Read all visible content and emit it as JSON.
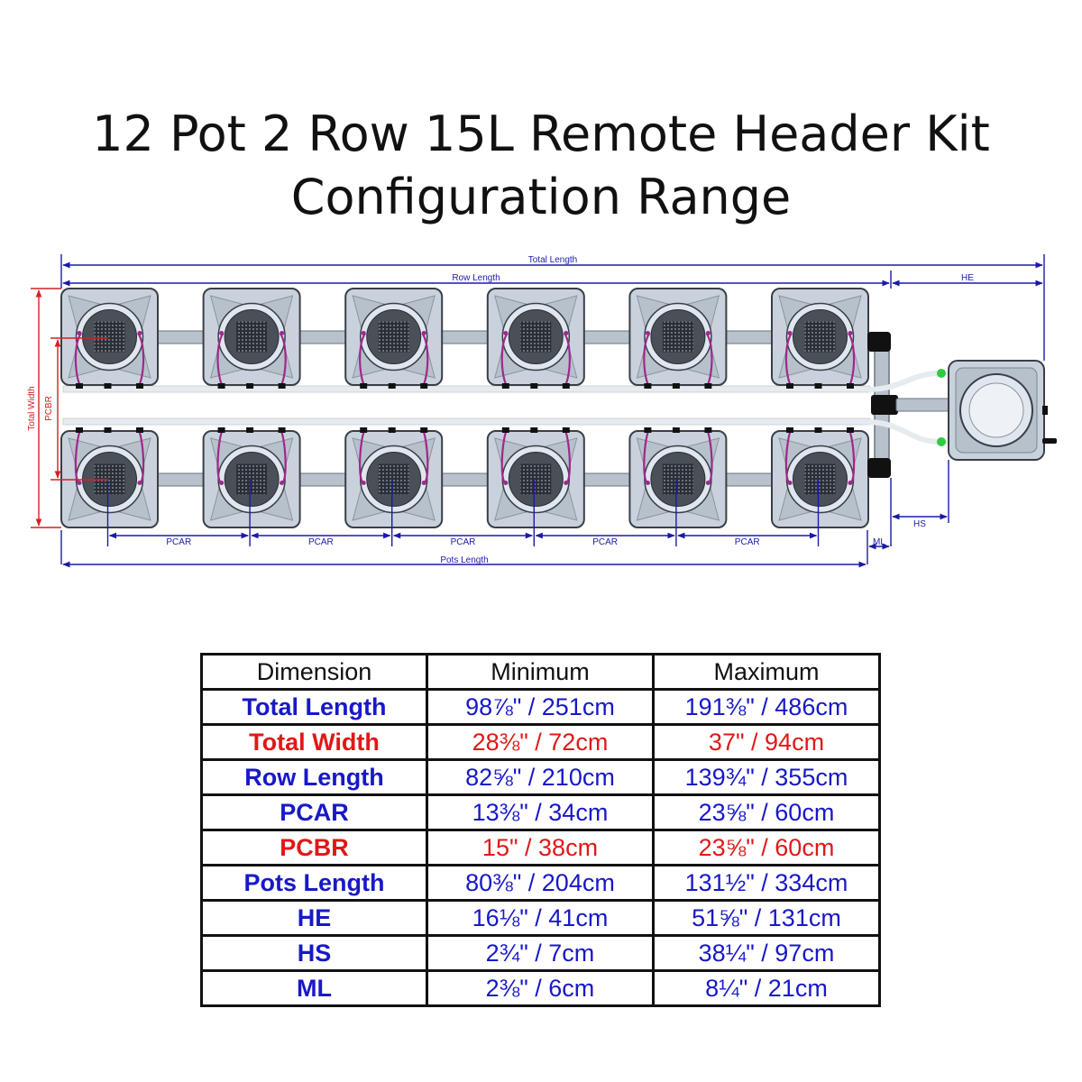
{
  "title": {
    "line1": "12 Pot 2 Row 15L Remote Header Kit",
    "line2": "Configuration Range"
  },
  "diagram": {
    "labels": {
      "total_length": "Total Length",
      "row_length": "Row Length",
      "he": "HE",
      "total_width": "Total Width",
      "pcbr": "PCBR",
      "pcar": "PCAR",
      "ml": "ML",
      "hs": "HS",
      "pots_length": "Pots Length"
    },
    "pots_per_row": 6,
    "rows": 2,
    "colors": {
      "dimension_blue": "#1a1aa8",
      "dimension_red": "#d42020",
      "pot_fill": "#c9d2dc",
      "pot_stroke": "#3a3f47",
      "pipe": "#b8c2cc",
      "hose": "#a0288c",
      "connector": "#2ecc40"
    }
  },
  "table": {
    "headers": [
      "Dimension",
      "Minimum",
      "Maximum"
    ],
    "rows": [
      {
        "dimension": "Total Length",
        "minimum": "98⅞\" / 251cm",
        "maximum": "191⅜\" / 486cm",
        "color": "blue"
      },
      {
        "dimension": "Total Width",
        "minimum": "28⅜\" / 72cm",
        "maximum": "37\" / 94cm",
        "color": "red"
      },
      {
        "dimension": "Row Length",
        "minimum": "82⅝\" / 210cm",
        "maximum": "139¾\" / 355cm",
        "color": "blue"
      },
      {
        "dimension": "PCAR",
        "minimum": "13⅜\" / 34cm",
        "maximum": "23⅝\" / 60cm",
        "color": "blue"
      },
      {
        "dimension": "PCBR",
        "minimum": "15\" / 38cm",
        "maximum": "23⅝\" / 60cm",
        "color": "red"
      },
      {
        "dimension": "Pots Length",
        "minimum": "80⅜\" / 204cm",
        "maximum": "131½\" / 334cm",
        "color": "blue"
      },
      {
        "dimension": "HE",
        "minimum": "16⅛\" / 41cm",
        "maximum": "51⅝\" / 131cm",
        "color": "blue"
      },
      {
        "dimension": "HS",
        "minimum": "2¾\" / 7cm",
        "maximum": "38¼\" / 97cm",
        "color": "blue"
      },
      {
        "dimension": "ML",
        "minimum": "2⅜\" / 6cm",
        "maximum": "8¼\" / 21cm",
        "color": "blue"
      }
    ]
  }
}
